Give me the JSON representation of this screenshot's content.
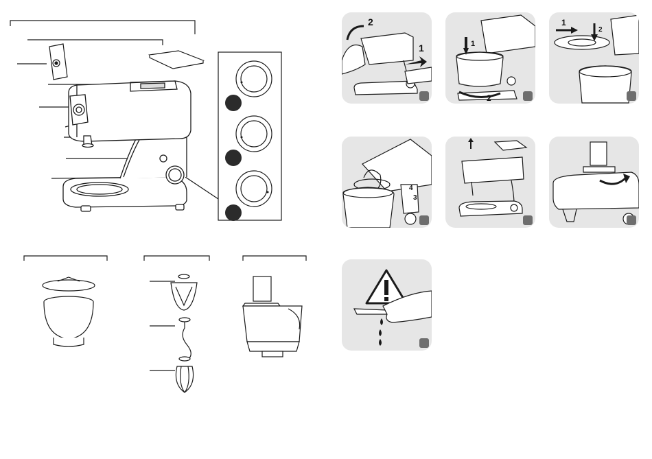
{
  "step_labels": {
    "panel1_a": "2",
    "panel1_b": "1",
    "panel2_a": "1",
    "panel2_b": "2",
    "panel3_a": "1",
    "panel3_b": "2",
    "panel4_a": "4",
    "panel4_b": "3"
  },
  "colors": {
    "panel_bg": "#e6e6e6",
    "badge": "#6e6e6e",
    "speed_dot": "#2b2b2b",
    "outline": "#1a1a1a"
  },
  "icons": {
    "warning": "warning-triangle-icon",
    "drops": "water-drop-icon"
  }
}
